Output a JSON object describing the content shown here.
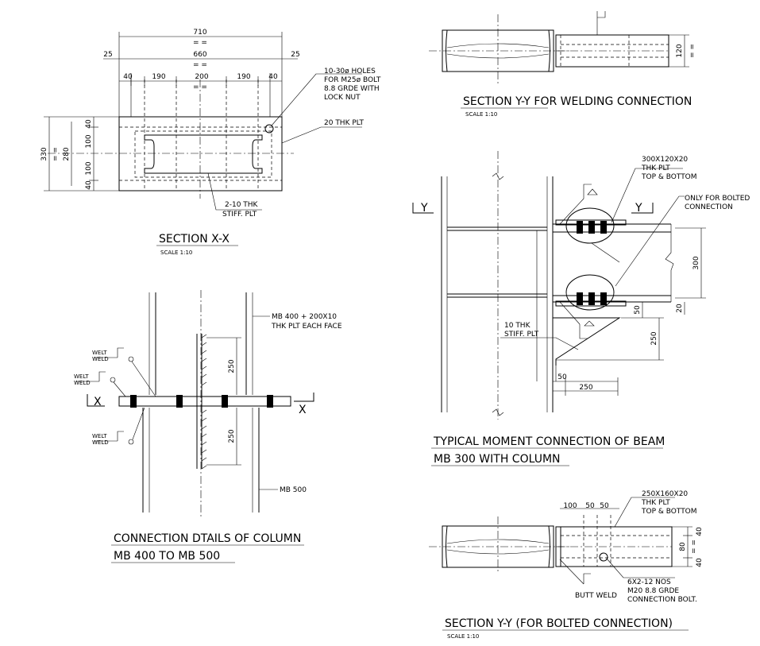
{
  "section_xx": {
    "title": "SECTION X-X",
    "scale": "SCALE 1:10",
    "dim_710": "710",
    "dim_660": "660",
    "dim_25l": "25",
    "dim_25r": "25",
    "dim_40a": "40",
    "dim_190a": "190",
    "dim_200": "200",
    "dim_190b": "190",
    "dim_40b": "40",
    "dim_330": "330",
    "dim_280": "280",
    "dim_40c": "40",
    "dim_100a": "100",
    "dim_100b": "100",
    "dim_40d": "40",
    "eq": "= =",
    "holes_1": "10-30ø HOLES",
    "holes_2": "FOR M25ø BOLT",
    "holes_3": "8.8 GRDE WITH",
    "holes_4": "LOCK NUT",
    "plate": "20 THK PLT",
    "stiff_1": "2-10 THK",
    "stiff_2": "STIFF. PLT"
  },
  "column": {
    "title_1": "CONNECTION DTAILS OF COLUMN",
    "title_2": "MB 400 TO MB 500",
    "mb400_1": "MB 400 + 200X10",
    "mb400_2": "THK PLT EACH FACE",
    "mb500": "MB 500",
    "dim_250a": "250",
    "dim_250b": "250",
    "weld_1": "WELT",
    "weld_2": "WELD",
    "x_left": "X",
    "x_right": "X"
  },
  "section_yy_weld": {
    "title": "SECTION Y-Y FOR WELDING CONNECTION",
    "scale": "SCALE 1:10",
    "dim_120": "120"
  },
  "moment": {
    "title_1": "TYPICAL MOMENT CONNECTION OF BEAM",
    "title_2": "MB 300 WITH COLUMN",
    "plate_1": "300X120X20",
    "plate_2": "THK PLT",
    "plate_3": "TOP & BOTTOM",
    "bolted_1": "ONLY FOR BOLTED",
    "bolted_2": "CONNECTION",
    "stiff_1": "10 THK",
    "stiff_2": "STIFF. PLT",
    "dim_300": "300",
    "dim_50a": "50",
    "dim_250a": "250",
    "dim_20": "20",
    "dim_50b": "50",
    "dim_250b": "250",
    "y_left": "Y",
    "y_right": "Y"
  },
  "section_yy_bolt": {
    "title": "SECTION Y-Y (FOR BOLTED CONNECTION)",
    "scale": "SCALE 1:10",
    "plate_1": "250X160X20",
    "plate_2": "THK PLT",
    "plate_3": "TOP & BOTTOM",
    "dim_100": "100",
    "dim_50a": "50",
    "dim_50b": "50",
    "dim_40a": "40",
    "dim_80": "80",
    "dim_40b": "40",
    "butt": "BUTT WELD",
    "bolt_1": "6X2-12 NOS",
    "bolt_2": "M20 8.8 GRDE",
    "bolt_3": "CONNECTION BOLT."
  }
}
